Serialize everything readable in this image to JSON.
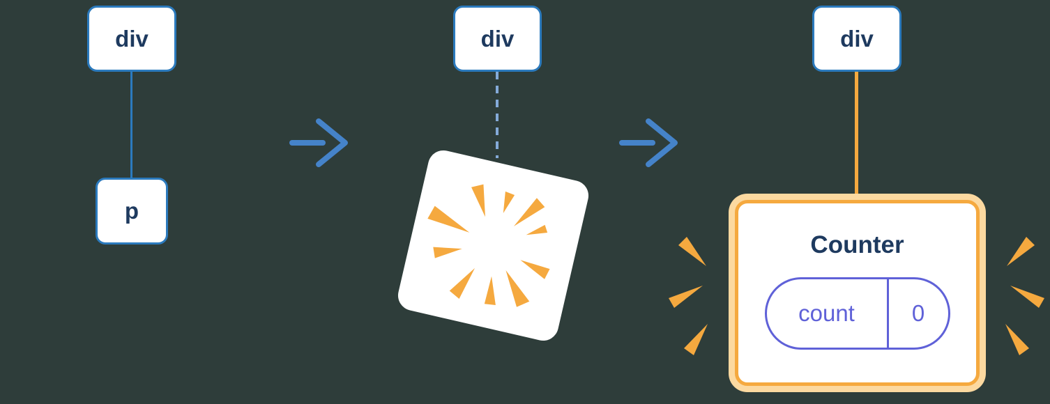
{
  "diagram": {
    "description": "DOM tree transition diagram: a div with a p child is removed with a poof, then a div with a new highlighted Counter component (state count = 0) is created"
  },
  "colors": {
    "background": "#2e3d3a",
    "node_border": "#2b7abd",
    "node_text": "#1e3a5f",
    "edge_blue": "#2b7abd",
    "edge_dashed": "#84aad8",
    "arrow_blue": "#4583c9",
    "highlight_orange": "#f5a93f",
    "highlight_glow": "#fcd9a0",
    "pill_indigo": "#5f61d8"
  },
  "stage_before": {
    "parent_label": "div",
    "child_label": "p"
  },
  "stage_removing": {
    "parent_label": "div"
  },
  "stage_after": {
    "parent_label": "div",
    "component": {
      "title": "Counter",
      "state_name": "count",
      "state_value": "0"
    }
  }
}
